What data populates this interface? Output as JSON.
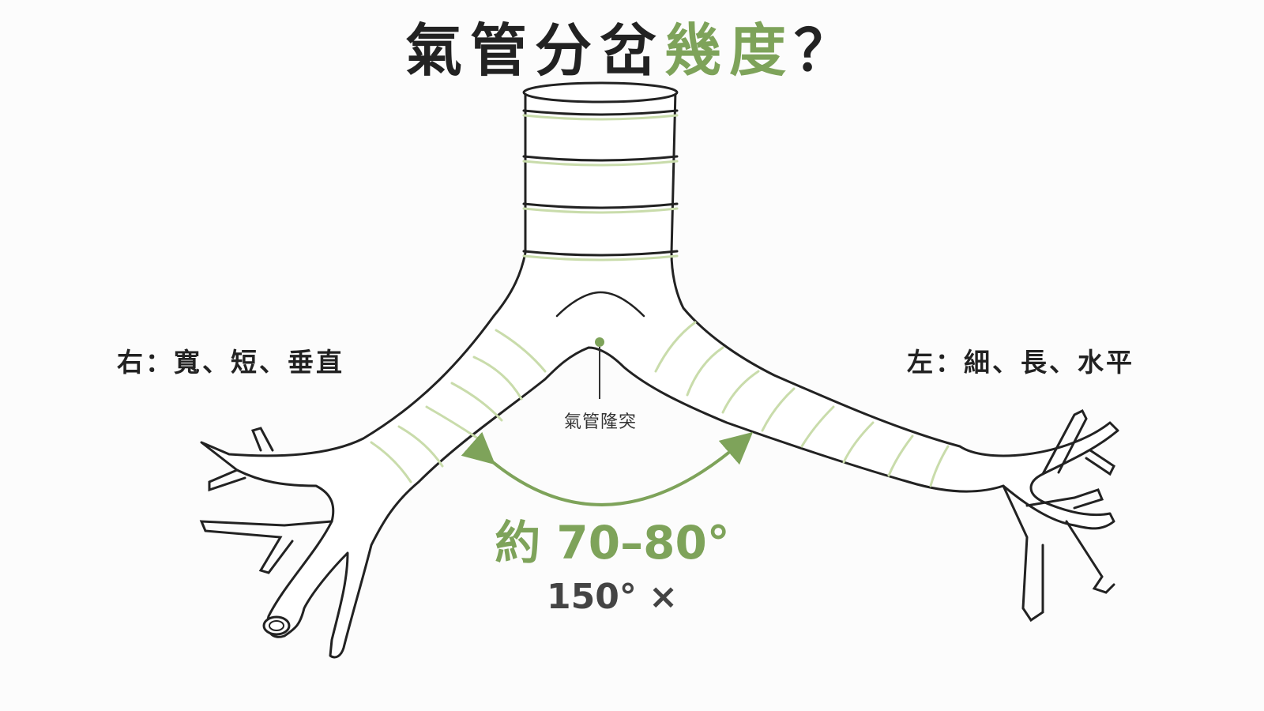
{
  "title": {
    "main": "氣管分岔",
    "accent": "幾度",
    "suffix": "？"
  },
  "labels": {
    "right_bronchus": "右：寬、短、垂直",
    "left_bronchus": "左：細、長、水平",
    "carina": "氣管隆突"
  },
  "angle": {
    "value_text": "約 70–80°",
    "wrong_text": "150° ×"
  },
  "colors": {
    "accent": "#7ea35a",
    "ink": "#222222",
    "ring_highlight": "#c9dcab",
    "background": "#fcfcfc"
  }
}
